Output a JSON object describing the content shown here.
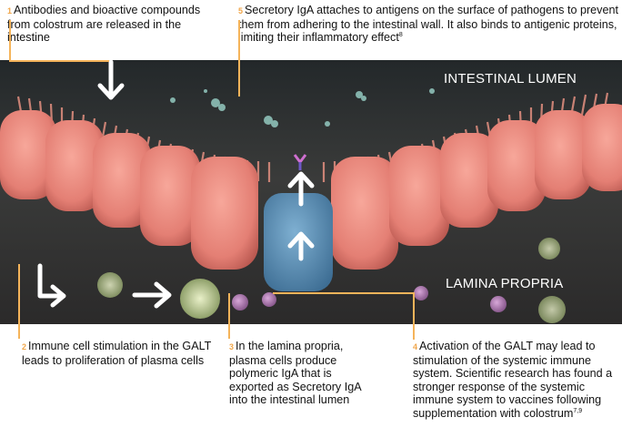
{
  "captions": {
    "c1": {
      "num": "1",
      "text": "Antibodies and bioactive compounds from colostrum are released in the intestine"
    },
    "c2": {
      "num": "2",
      "text": "Immune cell stimulation in the GALT leads to proliferation of plasma cells"
    },
    "c3": {
      "num": "3",
      "text": "In the lamina propria, plasma cells produce polymeric IgA that is exported as Secretory IgA into the intestinal lumen"
    },
    "c4": {
      "num": "4",
      "text": "Activation of the GALT may lead to stimulation of the systemic immune system. Scientific research has found a stronger response of the systemic immune system to vaccines following supplementation with colostrum",
      "ref": "7,9"
    },
    "c5": {
      "num": "5",
      "text": "Secretory IgA attaches to antigens on the surface of pathogens to prevent them from adhering to the intestinal wall. It also binds to antigenic proteins, limiting their inflammatory effect",
      "ref": "8"
    }
  },
  "labels": {
    "lumen": "INTESTINAL LUMEN",
    "propria": "LAMINA PROPRIA"
  },
  "colors": {
    "accent": "#f5b45a",
    "number": "#f0a64a",
    "cell": "#e8867c",
    "iga_cell": "#5e8fb3",
    "background": "#2a2d2e"
  }
}
